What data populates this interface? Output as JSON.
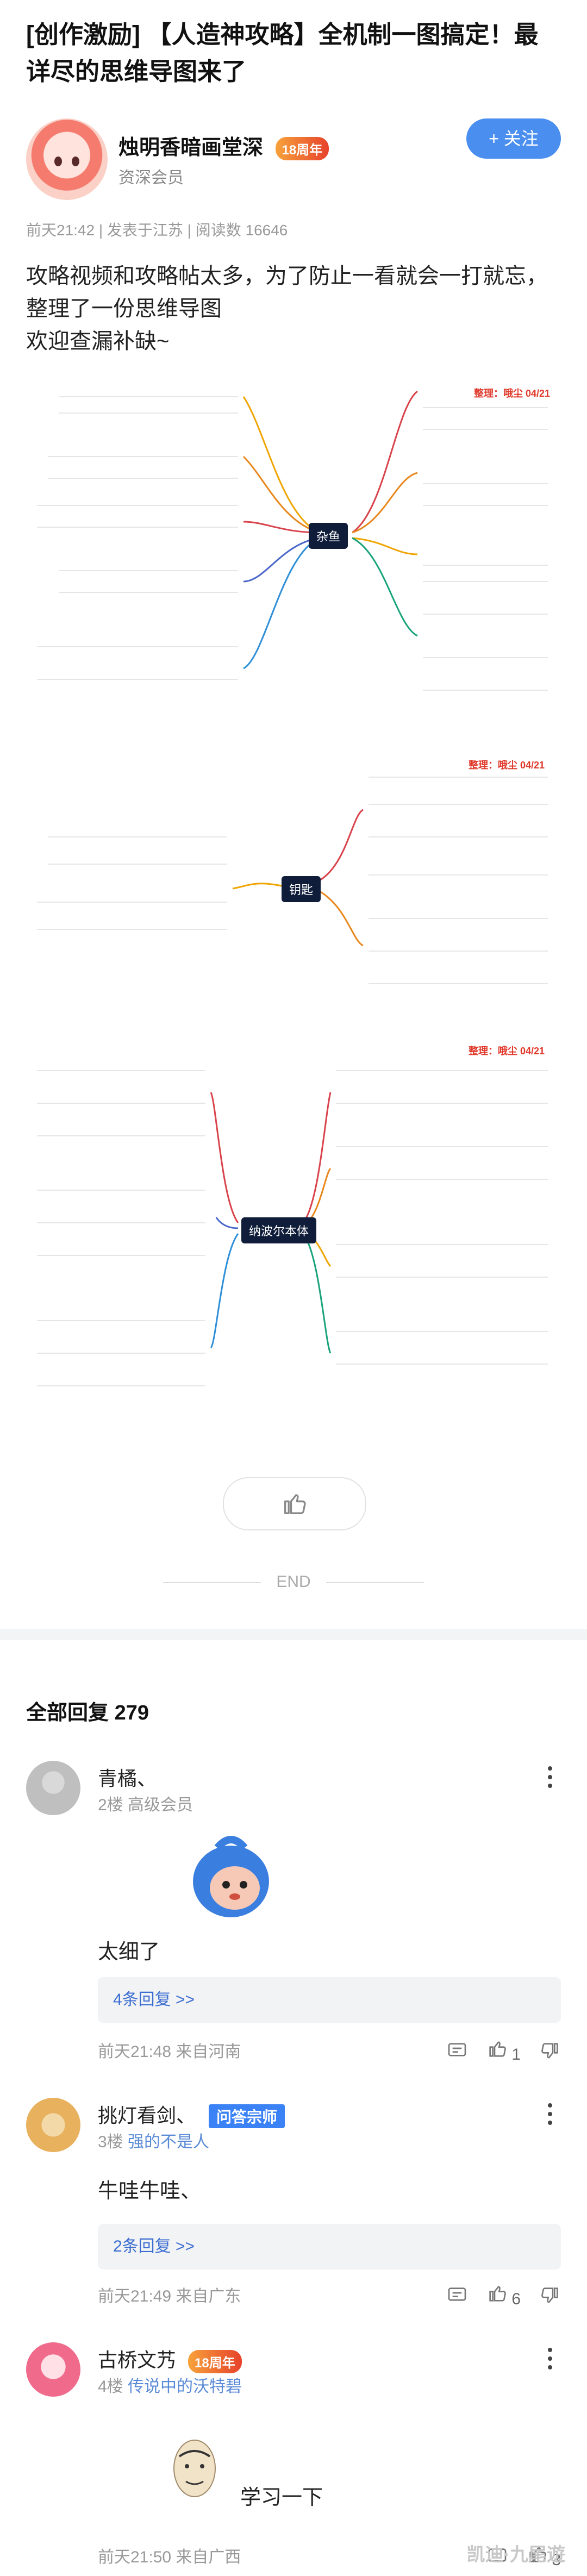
{
  "post": {
    "title": "[创作激励] 【人造神攻略】全机制一图搞定！最详尽的思维导图来了",
    "author": {
      "name": "烛明香暗画堂深",
      "badge": "18周年",
      "level": "资深会员"
    },
    "follow_label": "+ 关注",
    "meta": "前天21:42 | 发表于江苏 | 阅读数 16646",
    "intro": [
      "攻略视频和攻略帖太多，为了防止一看就会一打就忘，",
      "整理了一份思维导图",
      "欢迎查漏补缺~"
    ]
  },
  "mindmaps": [
    {
      "center": "杂鱼",
      "note": "整理：哦尘 04/21"
    },
    {
      "center": "钥匙",
      "note": "整理：哦尘 04/21"
    },
    {
      "center": "纳波尔本体",
      "note": "整理：哦尘 04/21"
    }
  ],
  "end_label": "END",
  "replies": {
    "header": "全部回复",
    "count": "279",
    "items": [
      {
        "name": "青橘、",
        "floor": "2楼",
        "role": "高级会员",
        "text": "太细了",
        "replies_label": "4条回复 >>",
        "time": "前天21:48 来自河南",
        "likes": "1"
      },
      {
        "name": "挑灯看剑、",
        "badge": "问答宗师",
        "floor": "3楼",
        "role": "强的不是人",
        "text": "牛哇牛哇、",
        "replies_label": "2条回复 >>",
        "time": "前天21:49 来自广东",
        "likes": "6"
      },
      {
        "name": "古桥文艿",
        "badge": "18周年",
        "floor": "4楼",
        "role": "传说中的沃特碧",
        "text": "学习一下",
        "time": "前天21:50 来自广西",
        "likes": "3"
      }
    ]
  },
  "watermark": "凯迪·九尾遊",
  "colors": {
    "accent": "#4a8ff0",
    "link": "#3d6fd1",
    "note": "#e03a2c"
  }
}
